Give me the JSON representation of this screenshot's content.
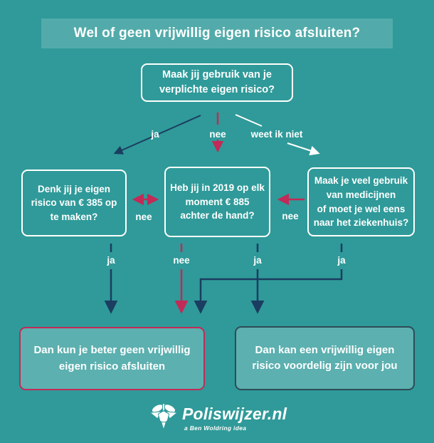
{
  "title": "Wel of geen vrijwillig eigen risico afsluiten?",
  "colors": {
    "background": "#2F9A99",
    "banner_overlay": "rgba(255,255,255,0.17)",
    "box_border_white": "#FFFFFF",
    "arrow_navy": "#1B3D60",
    "arrow_red": "#C22A57",
    "arrow_white": "#FFFFFF",
    "result_fill": "rgba(255,255,255,0.22)",
    "result_border_red": "#C22A57",
    "result_border_dark": "#2E4B58",
    "text": "#FFFFFF"
  },
  "flow": {
    "root_question": "Maak jij gebruik van je\nverplichte eigen risico?",
    "root_branches": {
      "ja": "ja",
      "nee": "nee",
      "unknown": "weet ik niet"
    },
    "questions": {
      "left": "Denk jij je eigen\nrisico van € 385 op\nte maken?",
      "middle": "Heb jij in 2019 op elk\nmoment € 885\nachter de hand?",
      "right": "Maak je veel gebruik\nvan medicijnen\nof moet je wel eens\nnaar het ziekenhuis?"
    },
    "between_labels": {
      "left_middle": "nee",
      "middle_right": "nee"
    },
    "outcome_branches": {
      "c1": "ja",
      "c2": "nee",
      "c3": "ja",
      "c4": "ja"
    },
    "results": {
      "negative": "Dan kun je beter geen vrijwillig\neigen risico afsluiten",
      "positive": "Dan kan een vrijwillig eigen\nrisico voordelig zijn voor jou"
    }
  },
  "footer": {
    "brand": "Poliswijzer.nl",
    "tagline": "a Ben Woldring idea"
  }
}
